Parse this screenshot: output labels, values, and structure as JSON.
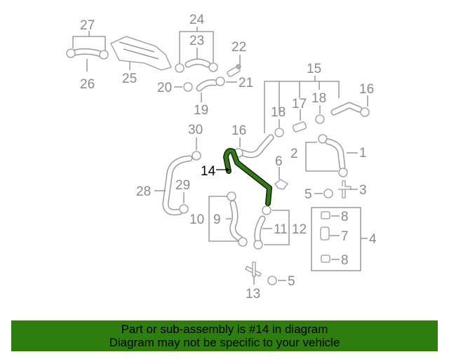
{
  "callouts": {
    "c27": "27",
    "c24": "24",
    "c23": "23",
    "c22": "22",
    "c26": "26",
    "c25": "25",
    "c20": "20",
    "c21": "21",
    "c19": "19",
    "c15": "15",
    "c16a": "16",
    "c18a": "18",
    "c17": "17",
    "c18b": "18",
    "c30": "30",
    "c16b": "16",
    "c2": "2",
    "c1": "1",
    "c14": "14",
    "c6": "6",
    "c5a": "5",
    "c3": "3",
    "c28": "28",
    "c29": "29",
    "c10": "10",
    "c9": "9",
    "c11": "11",
    "c12": "12",
    "c8a": "8",
    "c7": "7",
    "c8b": "8",
    "c4": "4",
    "c13": "13",
    "c5b": "5"
  },
  "highlight_color": "#2e7d0f",
  "footer": {
    "line1": "Part or sub-assembly is #14 in diagram",
    "line2": "Diagram may not be specific to your vehicle"
  }
}
